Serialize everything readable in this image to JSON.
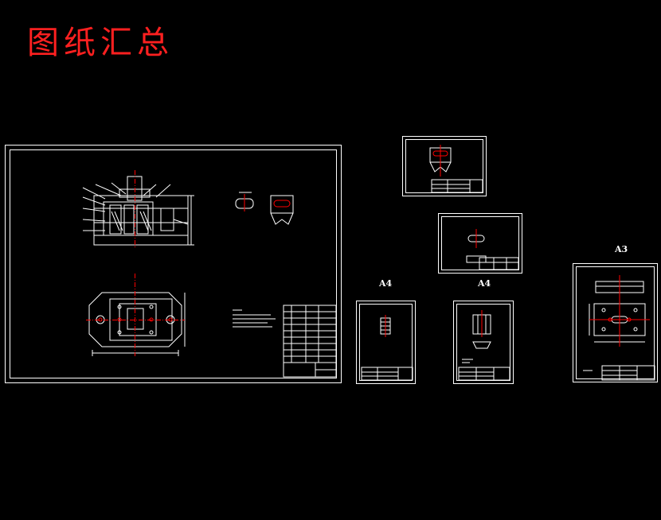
{
  "header": {
    "title": "图纸汇总"
  },
  "sheet_labels": {
    "a4_left": "A4",
    "a4_right": "A4",
    "a3": "A3"
  },
  "colors": {
    "background": "#000000",
    "line": "#ffffff",
    "accent": "#ff2020",
    "centerline": "#ff0000"
  }
}
